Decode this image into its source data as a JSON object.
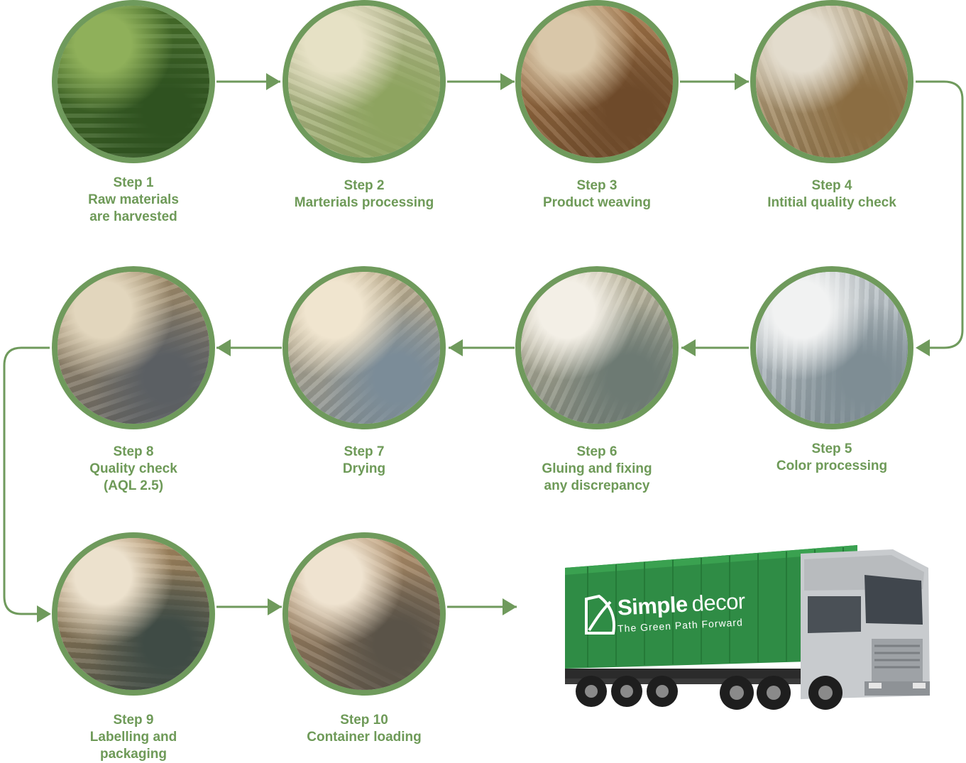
{
  "colors": {
    "accent": "#6f9a5c",
    "caption": "#6e9a58",
    "container": "#2e8a43",
    "cab": "#c9cccf"
  },
  "steps": [
    {
      "step": "Step 1",
      "lines": [
        "Raw materials",
        "are harvested"
      ],
      "icon": "harvest-photo"
    },
    {
      "step": "Step 2",
      "lines": [
        "Marterials processing"
      ],
      "icon": "bamboo-drying-photo"
    },
    {
      "step": "Step 3",
      "lines": [
        "Product weaving"
      ],
      "icon": "weaving-photo"
    },
    {
      "step": "Step 4",
      "lines": [
        "Intitial quality check"
      ],
      "icon": "mats-inspection-photo"
    },
    {
      "step": "Step 5",
      "lines": [
        "Color processing"
      ],
      "icon": "color-spray-photo"
    },
    {
      "step": "Step 6",
      "lines": [
        "Gluing and fixing",
        "any discrepancy"
      ],
      "icon": "gluing-workshop-photo"
    },
    {
      "step": "Step 7",
      "lines": [
        "Drying"
      ],
      "icon": "baskets-drying-photo"
    },
    {
      "step": "Step 8",
      "lines": [
        "Quality check",
        "(AQL 2.5)"
      ],
      "icon": "warehouse-check-photo"
    },
    {
      "step": "Step 9",
      "lines": [
        "Labelling and",
        "packaging"
      ],
      "icon": "packaging-photo"
    },
    {
      "step": "Step 10",
      "lines": [
        "Container loading"
      ],
      "icon": "loading-photo"
    }
  ],
  "truck": {
    "brand_main": "Simple",
    "brand_secondary": "decor",
    "tagline": "The Green Path Forward",
    "icon": "container-truck-image"
  }
}
